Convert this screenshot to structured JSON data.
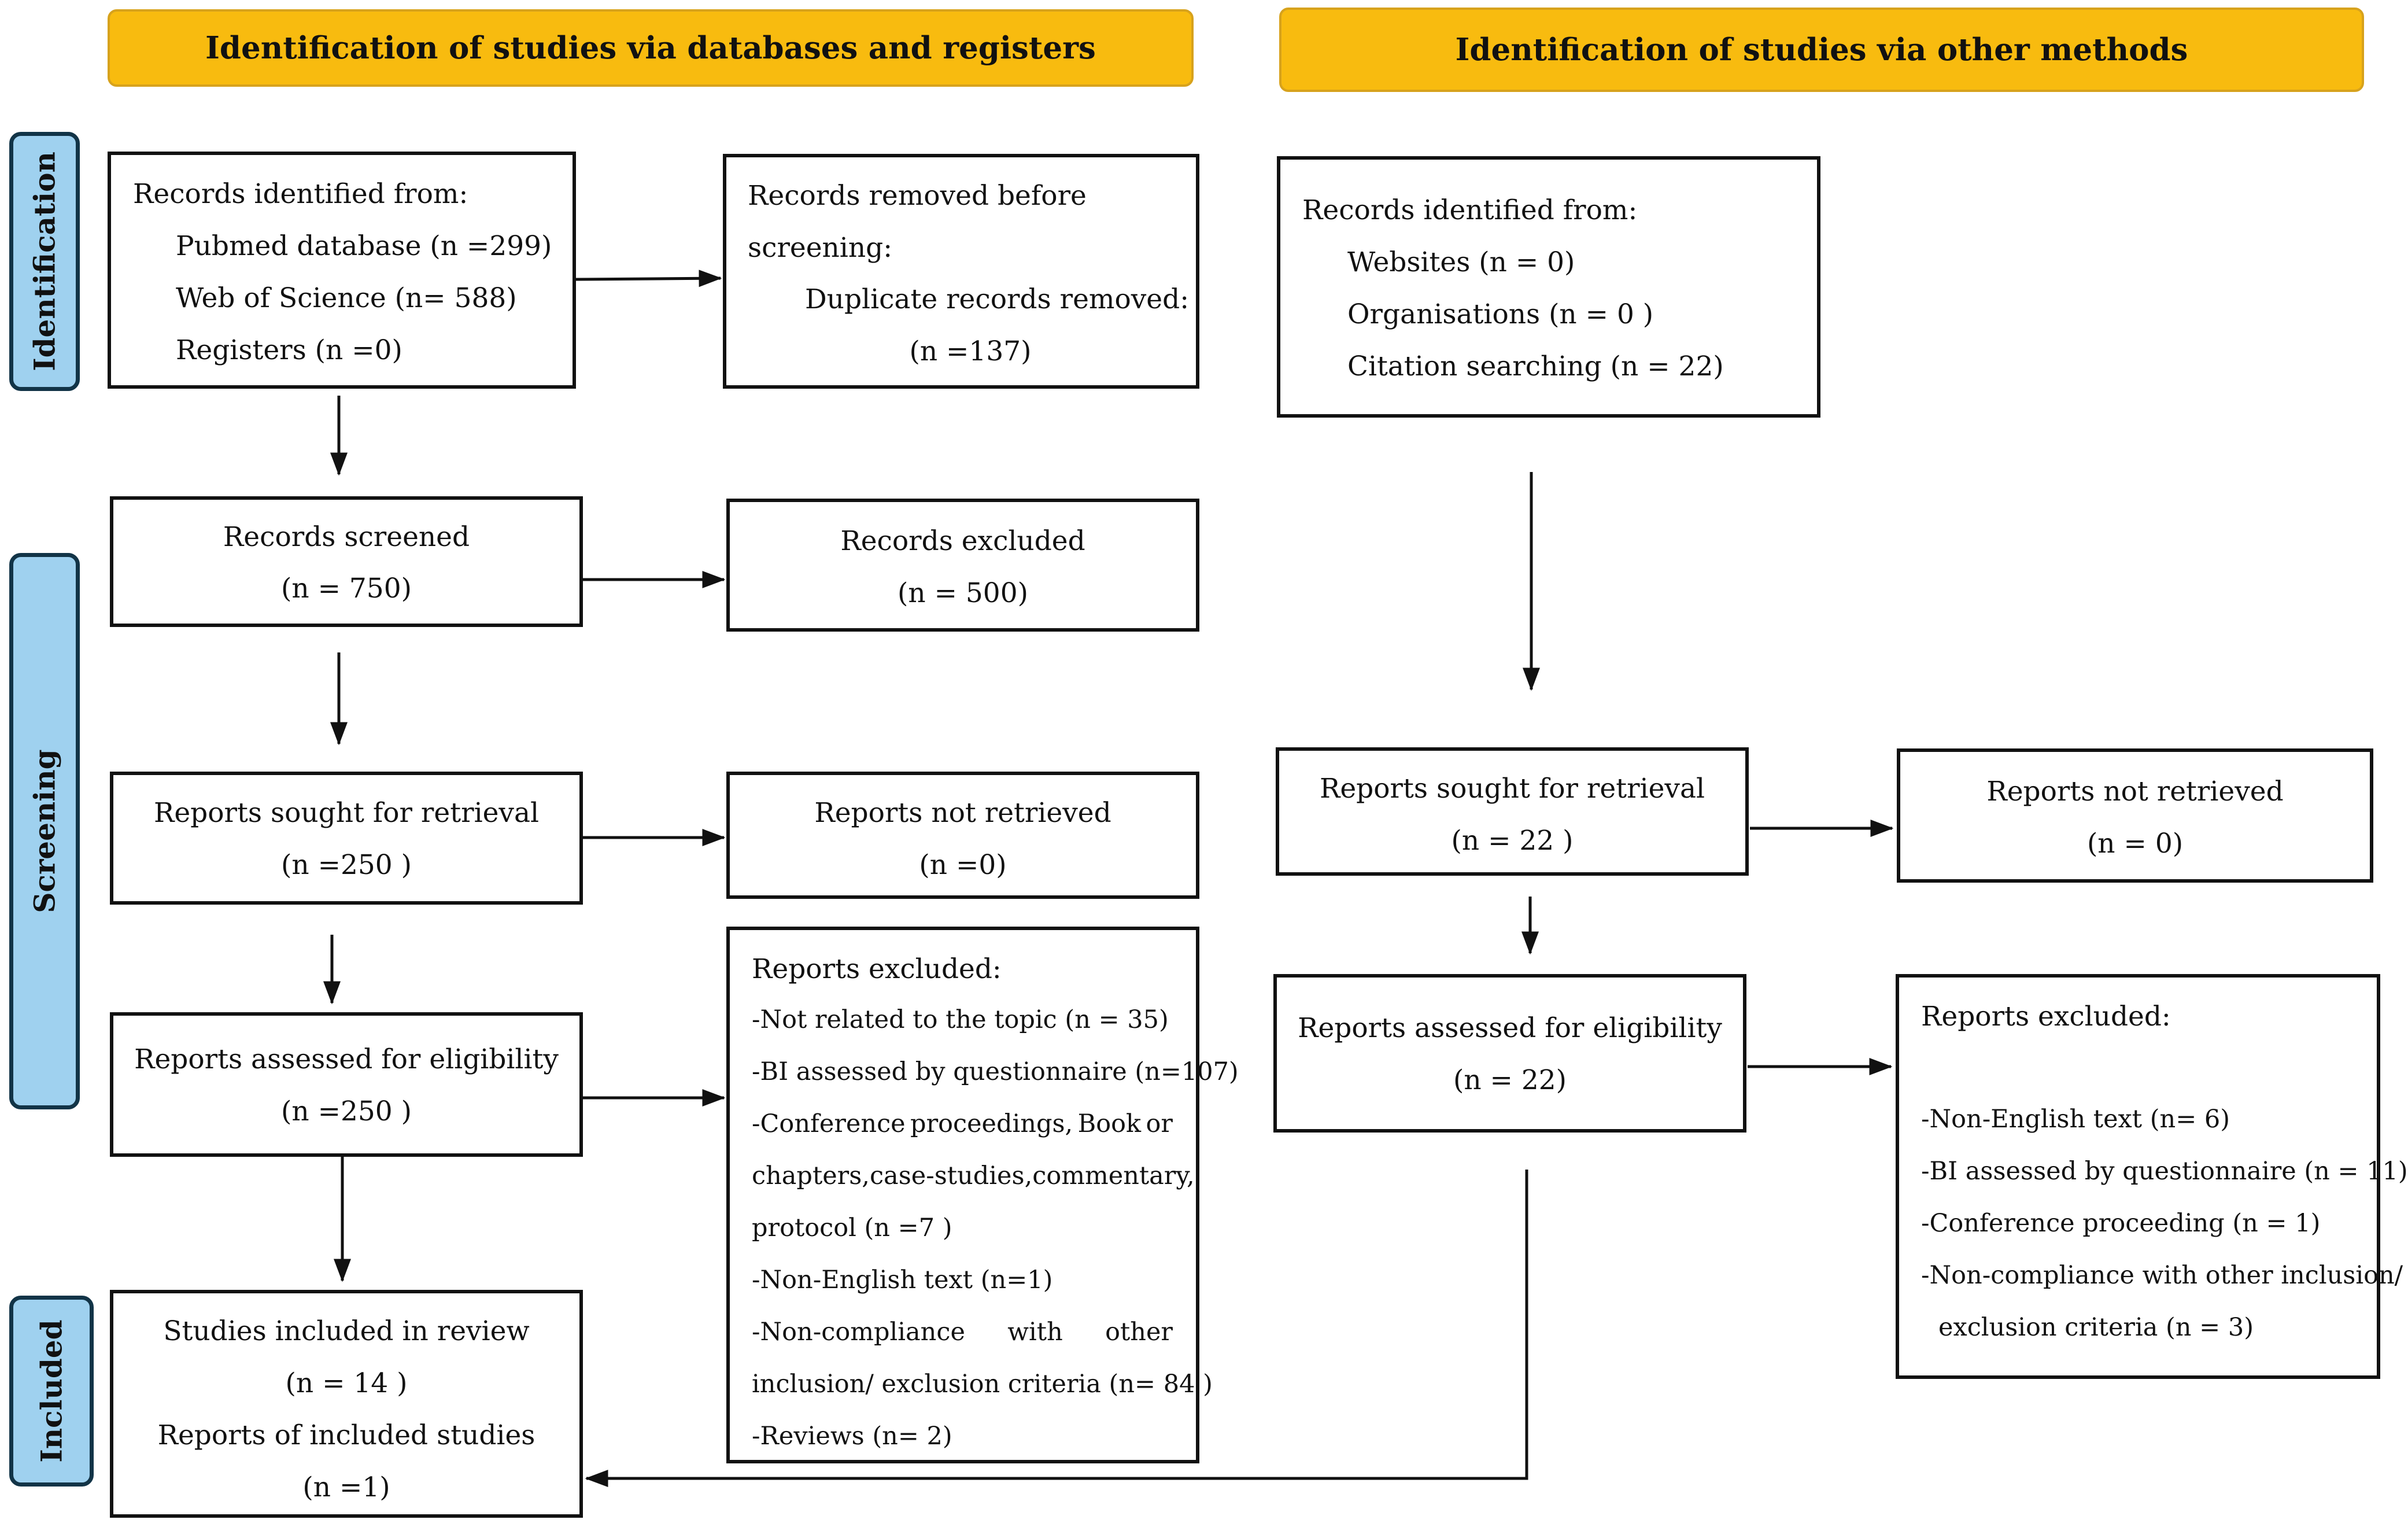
{
  "headers": {
    "databases": "Identification of studies via databases and registers",
    "other": "Identification of studies via other methods"
  },
  "phases": {
    "identification": "Identification",
    "screening": "Screening",
    "included": "Included"
  },
  "db": {
    "identified": {
      "title": "Records identified from:",
      "lines": [
        "Pubmed database (n =299)",
        "Web of Science (n= 588)",
        "Registers (n =0)"
      ]
    },
    "removed": {
      "lines": [
        "Records removed before",
        "screening:",
        "Duplicate records removed:",
        "(n =137)"
      ]
    },
    "screened": {
      "label": "Records screened",
      "count": "(n = 750)"
    },
    "excluded": {
      "label": "Records excluded",
      "count": "(n = 500)"
    },
    "sought": {
      "label": "Reports sought for retrieval",
      "count": "(n =250 )"
    },
    "not_retrieved": {
      "label": "Reports not retrieved",
      "count": "(n =0)"
    },
    "assessed": {
      "label": "Reports assessed for eligibility",
      "count": "(n =250 )"
    },
    "reports_excluded": {
      "title": "Reports excluded:",
      "items": [
        "-Not related to the topic (n = 35)",
        "-BI assessed by questionnaire (n=107)",
        "-Conference proceedings, Book or chapters, case-studies, commentary, protocol (n =7 )",
        "-Non-English text (n=1)",
        "-Non-compliance with other inclusion/ exclusion criteria (n= 84 )",
        "-Reviews (n= 2)"
      ]
    },
    "included": {
      "lines": [
        "Studies included in review",
        "(n = 14 )",
        "Reports of included studies",
        "(n =1)"
      ]
    }
  },
  "other": {
    "identified": {
      "title": "Records identified from:",
      "lines": [
        "Websites (n = 0)",
        "Organisations (n = 0 )",
        "Citation searching (n = 22)"
      ]
    },
    "sought": {
      "label": "Reports sought for retrieval",
      "count": "(n = 22 )"
    },
    "not_retrieved": {
      "label": "Reports not retrieved",
      "count": "(n = 0)"
    },
    "assessed": {
      "label": "Reports assessed for eligibility",
      "count": "(n = 22)"
    },
    "reports_excluded": {
      "title": "Reports excluded:",
      "items": [
        "-Non-English text (n= 6)",
        "-BI assessed by questionnaire (n = 11)",
        "-Conference proceeding (n = 1)",
        "-Non-compliance with other inclusion/",
        "exclusion criteria (n = 3)"
      ]
    }
  }
}
